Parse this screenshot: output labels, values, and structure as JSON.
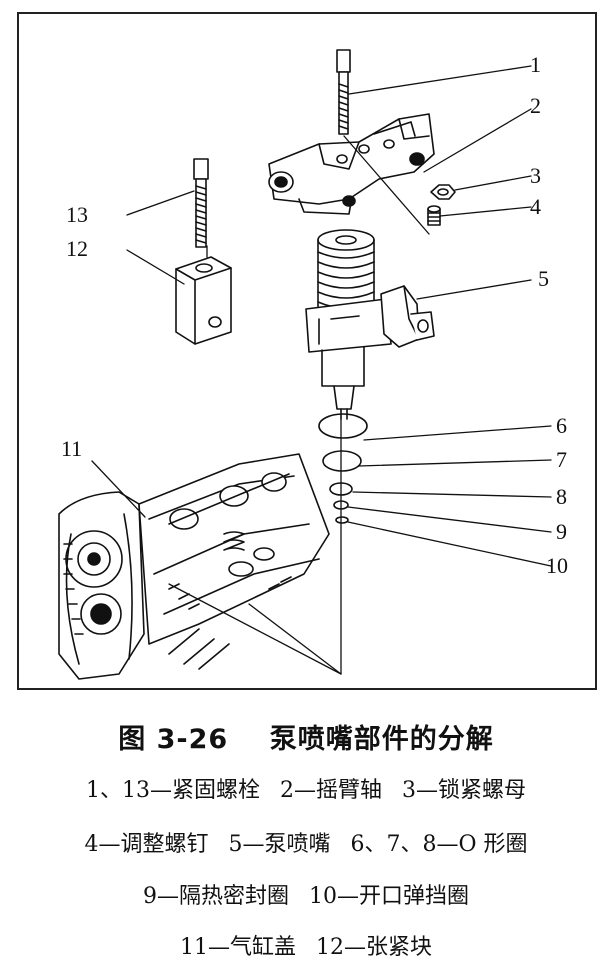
{
  "figure": {
    "number": "图 3-26",
    "title": "泵喷嘴部件的分解"
  },
  "callouts": [
    "1",
    "2",
    "3",
    "4",
    "5",
    "6",
    "7",
    "8",
    "9",
    "10",
    "11",
    "12",
    "13"
  ],
  "legend": [
    [
      "1、13—紧固螺栓",
      "2—摇臂轴",
      "3—锁紧螺母"
    ],
    [
      "4—调整螺钉",
      "5—泵喷嘴",
      "6、7、8—O 形圈"
    ],
    [
      "9—隔热密封圈",
      "10—开口弹挡圈"
    ],
    [
      "11—气缸盖",
      "12—张紧块"
    ]
  ],
  "colors": {
    "ink": "#111111",
    "paper": "#ffffff"
  }
}
